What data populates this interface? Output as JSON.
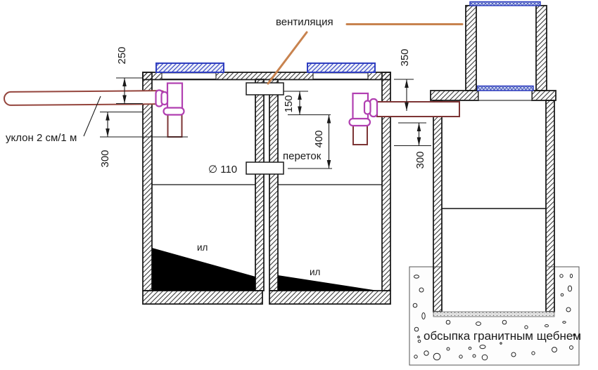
{
  "labels": {
    "ventilation": "вентиляция",
    "slope": "уклон 2 см/1 м",
    "overflow": "переток",
    "pipe_diameter": "∅ 110",
    "silt_chamber1": "ил",
    "silt_chamber2": "ил",
    "backfill": "обсыпка гранитным щебнем"
  },
  "dims": {
    "inlet_cover_to_pipe": "250",
    "inlet_pipe_drop": "300",
    "overflow_top_offset": "150",
    "overflow_depth": "400",
    "outlet_top_offset": "350",
    "outlet_pipe_drop": "300"
  },
  "colors": {
    "wall_line": "#1c1c1c",
    "cover_blue": "#2f3ec0",
    "fitting_magenta": "#b13fb1",
    "pipe_red": "#7d3535",
    "inlet_red": "#94443c",
    "leader_orange": "#c8834f",
    "text_color": "#1a1a1a"
  }
}
